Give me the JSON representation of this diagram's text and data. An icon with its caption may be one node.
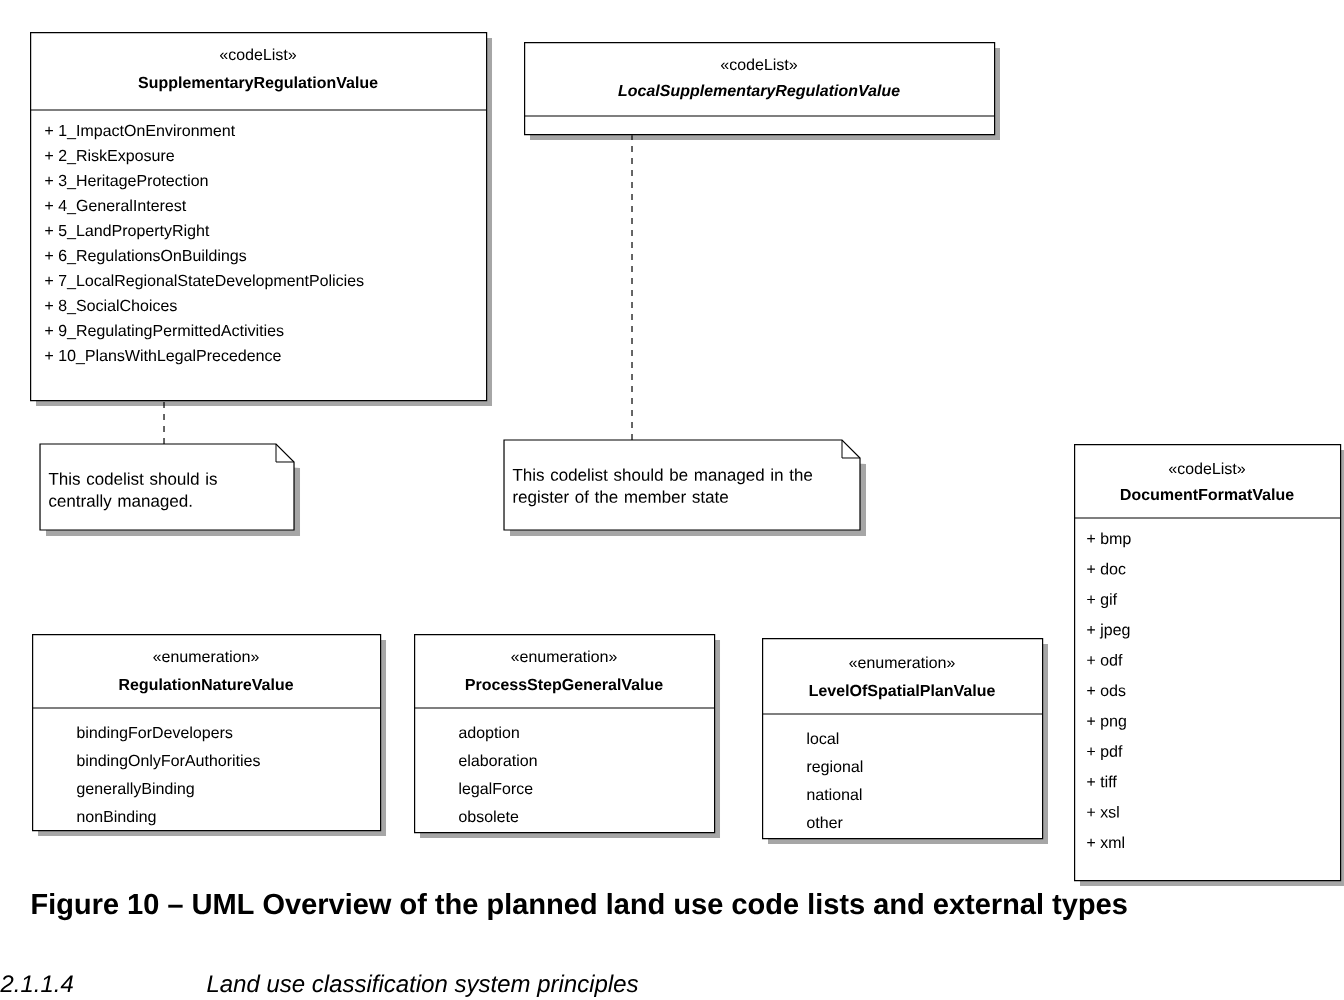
{
  "diagram": {
    "caption": "Figure 10 – UML Overview of the planned land use code lists and external types",
    "nodes": [
      {
        "text": [
          "«codeList»",
          "SupplementaryRegulationValue",
          "+ 1_ImpactOnEnvironment",
          "+ 2_RiskExposure",
          "+ 3_HeritageProtection",
          "+ 4_GeneralInterest",
          "+ 5_LandPropertyRight",
          "+ 6_RegulationsOnBuildings",
          "+ 7_LocalRegionalStateDevelopmentPolicies",
          "+ 8_SocialChoices",
          "+ 9_RegulatingPermittedActivities",
          "+ 10_PlansWithLegalPrecedence"
        ]
      },
      {
        "text": [
          "«codeList»",
          "LocalSupplementaryRegulationValue"
        ]
      },
      {
        "text": [
          "This codelist should is centrally managed."
        ]
      },
      {
        "text": [
          "This codelist should be managed in the register of the member state"
        ]
      },
      {
        "text": [
          "«codeList»",
          "DocumentFormatValue",
          "+ bmp",
          "+ doc",
          "+ gif",
          "+ jpeg",
          "+ odf",
          "+ ods",
          "+ png",
          "+ pdf",
          "+ tiff",
          "+ xsl",
          "+ xml"
        ]
      },
      {
        "text": [
          "«enumeration»",
          "RegulationNatureValue",
          "bindingForDevelopers",
          "bindingOnlyForAuthorities",
          "generallyBinding",
          "nonBinding"
        ]
      },
      {
        "text": [
          "«enumeration»",
          "ProcessStepGeneralValue",
          "adoption",
          "elaboration",
          "legalForce",
          "obsolete"
        ]
      },
      {
        "text": [
          "«enumeration»",
          "LevelOfSpatialPlanValue",
          "local",
          "regional",
          "national",
          "other"
        ]
      }
    ],
    "edges": [
      {
        "from": 2,
        "to": 0,
        "arrow": "none",
        "style": "dashed"
      },
      {
        "from": 3,
        "to": 1,
        "arrow": "none",
        "style": "dashed"
      }
    ],
    "labels": [
      "2.1.1.4",
      "Land use classification system principles"
    ]
  }
}
